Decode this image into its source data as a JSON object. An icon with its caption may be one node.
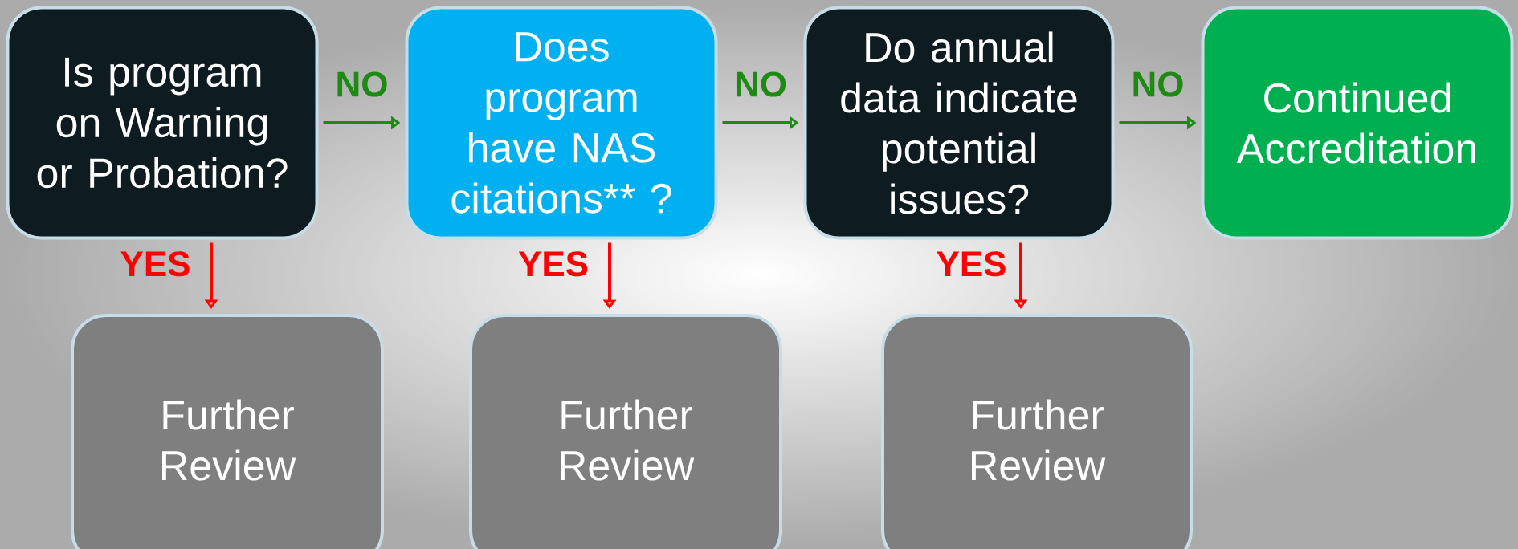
{
  "diagram": {
    "nodes": [
      {
        "text": [
          "Is program on Warning or Probation?"
        ]
      },
      {
        "text": [
          "Does program have NAS citations** ?"
        ]
      },
      {
        "text": [
          "Do annual data indicate potential issues?"
        ]
      },
      {
        "text": [
          "Continued Accreditation"
        ]
      },
      {
        "text": [
          "Further Review"
        ]
      },
      {
        "text": [
          "Further Review"
        ]
      },
      {
        "text": [
          "Further Review"
        ]
      }
    ],
    "edges": [
      {
        "from": 0,
        "to": 1,
        "arrow": "to",
        "label": "NO",
        "color": "#1e8a14"
      },
      {
        "from": 1,
        "to": 2,
        "arrow": "to",
        "label": "NO",
        "color": "#1e8a14"
      },
      {
        "from": 2,
        "to": 3,
        "arrow": "to",
        "label": "NO",
        "color": "#1e8a14"
      },
      {
        "from": 0,
        "to": 4,
        "arrow": "to",
        "label": "YES",
        "color": "#ff0000"
      },
      {
        "from": 1,
        "to": 5,
        "arrow": "to",
        "label": "YES",
        "color": "#ff0000"
      },
      {
        "from": 2,
        "to": 6,
        "arrow": "to",
        "label": "YES",
        "color": "#ff0000"
      }
    ]
  }
}
